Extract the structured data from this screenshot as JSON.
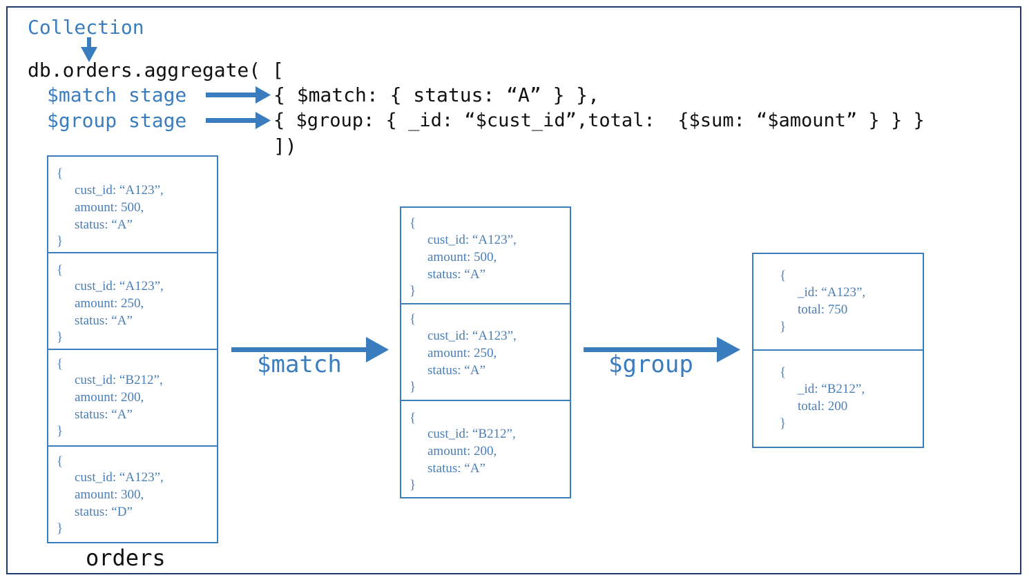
{
  "header": {
    "collection_label": "Collection",
    "line1": "db.orders.aggregate( [",
    "match_stage_label": "$match stage",
    "match_stage_code": "{ $match: { status: “A” } },",
    "group_stage_label": "$group stage",
    "group_stage_code": "{ $group: { _id: “$cust_id”,total:  {$sum: “$amount” } } }",
    "closing": "])"
  },
  "orders": {
    "label": "orders",
    "docs": [
      {
        "open": "{",
        "l1": "cust_id: “A123”,",
        "l2": "amount: 500,",
        "l3": "status: “A”",
        "close": "}"
      },
      {
        "open": "{",
        "l1": "cust_id: “A123”,",
        "l2": "amount: 250,",
        "l3": "status: “A”",
        "close": "}"
      },
      {
        "open": "{",
        "l1": "cust_id: “B212”,",
        "l2": "amount: 200,",
        "l3": "status: “A”",
        "close": "}"
      },
      {
        "open": "{",
        "l1": "cust_id: “A123”,",
        "l2": "amount: 300,",
        "l3": "status: “D”",
        "close": "}"
      }
    ]
  },
  "matched": {
    "docs": [
      {
        "open": "{",
        "l1": "cust_id: “A123”,",
        "l2": "amount: 500,",
        "l3": "status: “A”",
        "close": "}"
      },
      {
        "open": "{",
        "l1": "cust_id: “A123”,",
        "l2": "amount: 250,",
        "l3": "status: “A”",
        "close": "}"
      },
      {
        "open": "{",
        "l1": "cust_id: “B212”,",
        "l2": "amount: 200,",
        "l3": "status: “A”",
        "close": "}"
      }
    ]
  },
  "grouped": {
    "docs": [
      {
        "open": "{",
        "l1": "_id: “A123”,",
        "l2": "total: 750",
        "close": "}"
      },
      {
        "open": "{",
        "l1": "_id: “B212”,",
        "l2": "total: 200",
        "close": "}"
      }
    ]
  },
  "arrows": {
    "match_label": "$match",
    "group_label": "$group"
  },
  "colors": {
    "accent": "#3a7dbf",
    "frame": "#1f3a70",
    "text": "#111111"
  }
}
